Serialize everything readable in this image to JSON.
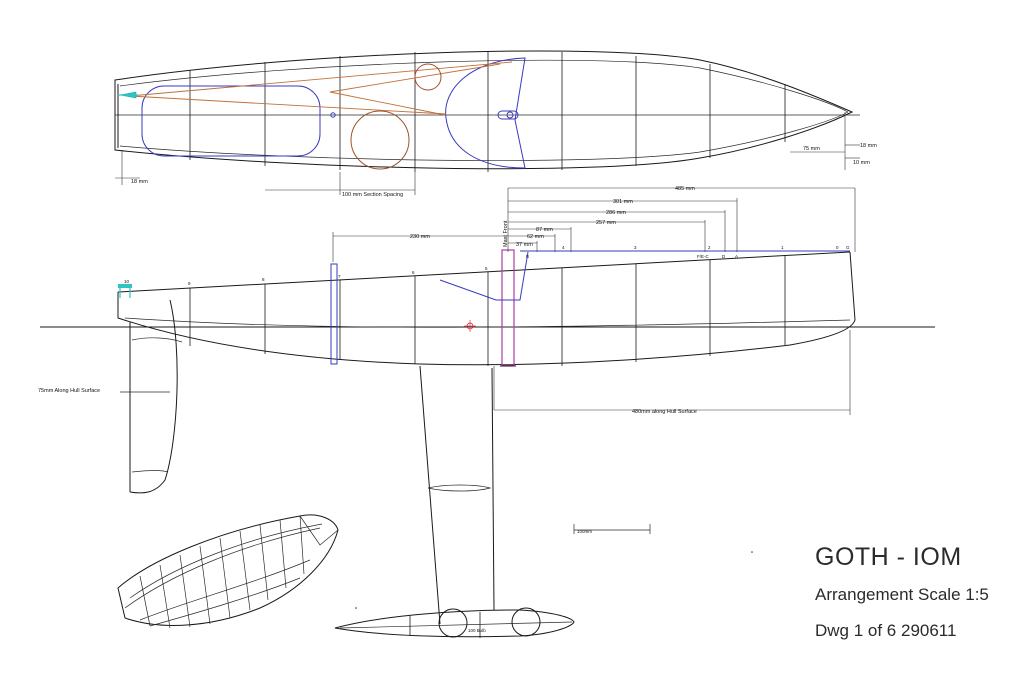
{
  "title_block": {
    "title": "GOTH - IOM",
    "subtitle": "Arrangement Scale 1:5",
    "drawing_ref": "Dwg 1 of 6   290611"
  },
  "plan_view": {
    "section_spacing_label": "100 mm Section Spacing",
    "width_label": "18 mm",
    "bow_dims": [
      "75 mm",
      "18 mm",
      "10 mm"
    ],
    "station_labels": [
      "1",
      "2",
      "3",
      "4",
      "5",
      "6",
      "7",
      "8",
      "9",
      "10"
    ]
  },
  "profile_view": {
    "dim_230": "230 mm",
    "dim_485": "485 mm",
    "dim_301": "301 mm",
    "dim_286": "286 mm",
    "dim_257": "257 mm",
    "dim_87": "87 mm",
    "dim_62": "62 mm",
    "dim_37": "37 mm",
    "mast_label": "Mast Front",
    "deck_points": [
      "B",
      "C",
      "D",
      "A",
      "E",
      "F",
      "G"
    ],
    "rudder_label": "75mm Along Hull Surface",
    "fin_label": "480mm along Hull Surface",
    "scale_bar_label": "100mm",
    "bulb_label": "100 Bulb"
  },
  "colors": {
    "outline": "#1a1a1a",
    "guide_lines": "#c0703a",
    "inner_profile": "#3a3ac0",
    "mast_box": "#b03aa0",
    "rudder_fitting": "#2ec4c4"
  }
}
